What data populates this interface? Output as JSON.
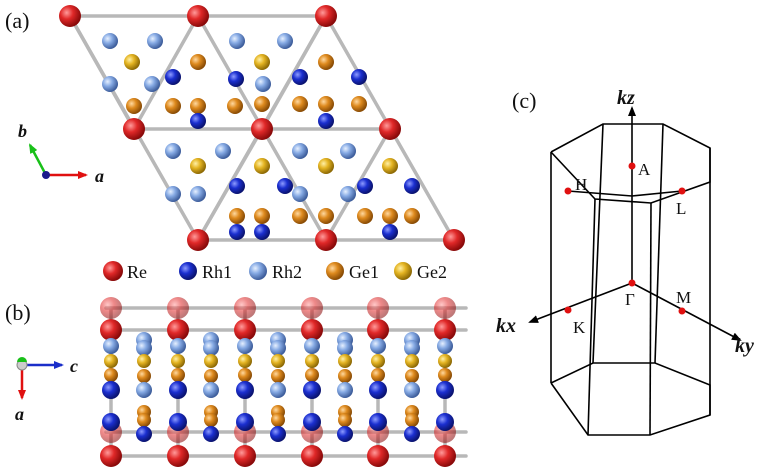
{
  "panels": {
    "a": "(a)",
    "b": "(b)",
    "c": "(c)"
  },
  "axes_a": {
    "x": "a",
    "y": "b"
  },
  "axes_b": {
    "x": "c",
    "y": "a"
  },
  "legend": [
    {
      "label": "Re",
      "color": "#d81e1e"
    },
    {
      "label": "Rh1",
      "color": "#1a2ec9"
    },
    {
      "label": "Rh2",
      "color": "#7ea6e0"
    },
    {
      "label": "Ge1",
      "color": "#d9861d"
    },
    {
      "label": "Ge2",
      "color": "#e0b21f"
    }
  ],
  "bz": {
    "kz": "kz",
    "kx": "kx",
    "ky": "ky",
    "points": {
      "A": "A",
      "H": "H",
      "L": "L",
      "Gamma": "Γ",
      "K": "K",
      "M": "M"
    }
  }
}
